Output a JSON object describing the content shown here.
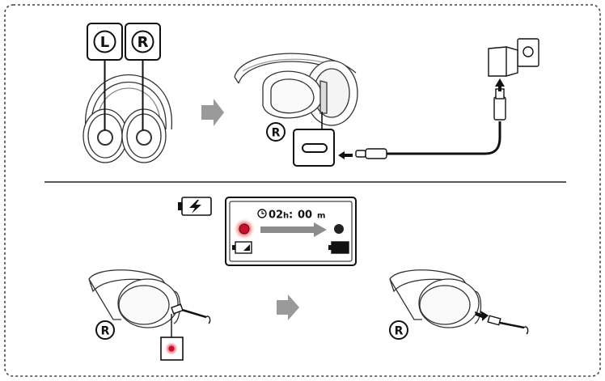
{
  "labels": {
    "left": "L",
    "right": "R",
    "timer_hours": "02",
    "timer_hours_unit": "h",
    "timer_sep": ":",
    "timer_minutes": "00",
    "timer_minutes_unit": "m"
  },
  "indicator": {
    "charging_color": "#c8102e",
    "off_color": "#222222",
    "arrow_color": "#8c8c8c"
  },
  "icons": {
    "charging": "battery-charging-icon",
    "battery_low": "battery-low-icon",
    "battery_full": "battery-full-icon",
    "clock": "clock-icon"
  }
}
